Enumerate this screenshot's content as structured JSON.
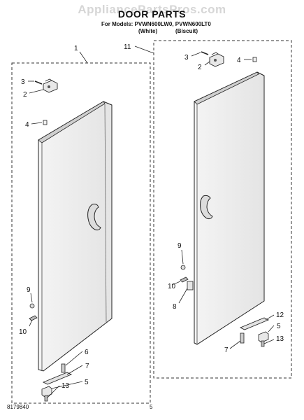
{
  "watermark": "AppliancePartsPros.com",
  "title": "DOOR PARTS",
  "models_line": "For Models: PVWN600LW0, PVWN600LT0",
  "color_white": "(White)",
  "color_biscuit": "(Biscuit)",
  "footer_left": "8179840",
  "footer_right": "5",
  "callouts": {
    "left": [
      "1",
      "3",
      "2",
      "4",
      "9",
      "10",
      "6",
      "7",
      "5",
      "13"
    ],
    "right": [
      "11",
      "3",
      "2",
      "4",
      "9",
      "10",
      "8",
      "12",
      "5",
      "7",
      "13"
    ]
  }
}
